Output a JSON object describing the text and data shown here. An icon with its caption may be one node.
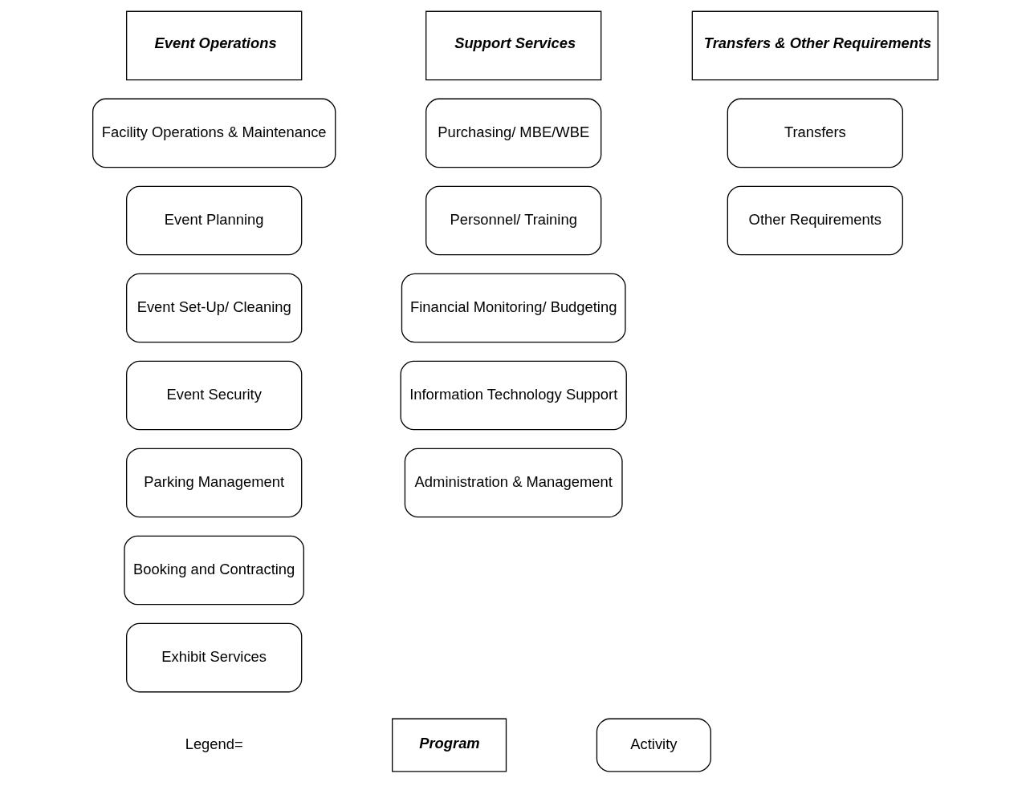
{
  "diagram": {
    "nodes": [
      {
        "text": [
          "Event Operations"
        ]
      },
      {
        "text": [
          "Facility Operations & Maintenance"
        ]
      },
      {
        "text": [
          "Event Planning"
        ]
      },
      {
        "text": [
          "Event Set-Up/ Cleaning"
        ]
      },
      {
        "text": [
          "Event Security"
        ]
      },
      {
        "text": [
          "Parking Management"
        ]
      },
      {
        "text": [
          "Booking and Contracting"
        ]
      },
      {
        "text": [
          "Exhibit Services"
        ]
      },
      {
        "text": [
          "Support Services"
        ]
      },
      {
        "text": [
          "Purchasing/ MBE/WBE"
        ]
      },
      {
        "text": [
          "Personnel/ Training"
        ]
      },
      {
        "text": [
          "Financial Monitoring/ Budgeting"
        ]
      },
      {
        "text": [
          "Information Technology Support"
        ]
      },
      {
        "text": [
          "Administration & Management"
        ]
      },
      {
        "text": [
          "Transfers & Other Requirements"
        ]
      },
      {
        "text": [
          "Transfers"
        ]
      },
      {
        "text": [
          "Other Requirements"
        ]
      }
    ],
    "edges": [],
    "labels": [
      "Legend="
    ],
    "legend": [
      {
        "text": "Program"
      },
      {
        "text": "Activity"
      }
    ]
  }
}
